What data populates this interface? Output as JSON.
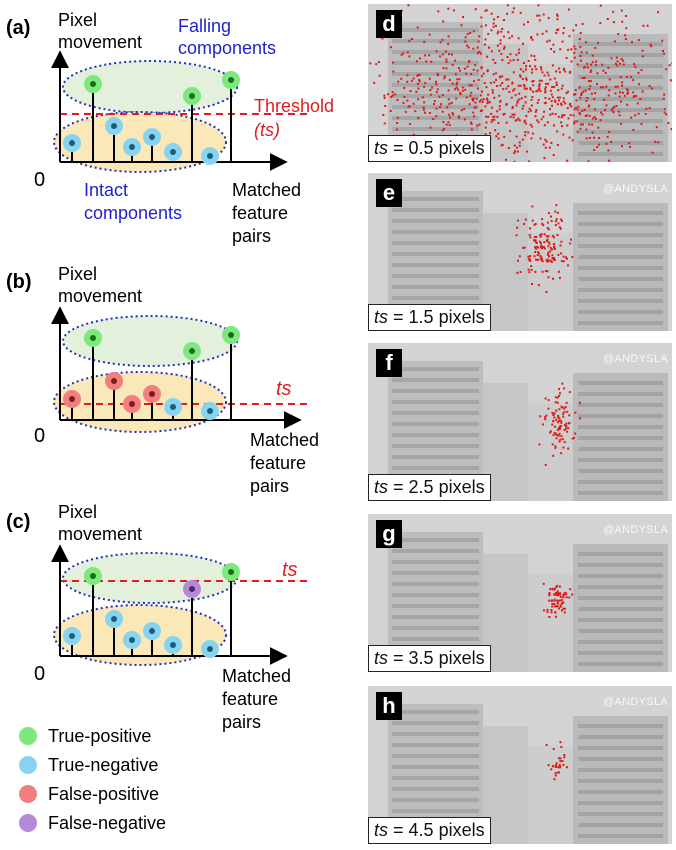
{
  "diagram": {
    "panels": [
      {
        "label": "(a)",
        "ylabel_line1": "Pixel",
        "ylabel_line2": "movement",
        "xlabel_line1": "Matched",
        "xlabel_line2": "feature",
        "xlabel_line3": "pairs",
        "zero": "0",
        "threshold_label_line1": "Threshold",
        "threshold_label_line2": "(ts)",
        "falling_label_line1": "Falling",
        "falling_label_line2": "components",
        "intact_label_line1": "Intact",
        "intact_label_line2": "components",
        "points": [
          {
            "category": "True-negative"
          },
          {
            "category": "True-positive"
          },
          {
            "category": "True-negative"
          },
          {
            "category": "True-negative"
          },
          {
            "category": "True-negative"
          },
          {
            "category": "True-negative"
          },
          {
            "category": "True-positive"
          },
          {
            "category": "True-negative"
          },
          {
            "category": "True-positive"
          }
        ]
      },
      {
        "label": "(b)",
        "ylabel_line1": "Pixel",
        "ylabel_line2": "movement",
        "xlabel_line1": "Matched",
        "xlabel_line2": "feature",
        "xlabel_line3": "pairs",
        "zero": "0",
        "threshold_label": "ts",
        "points": [
          {
            "category": "False-positive"
          },
          {
            "category": "True-positive"
          },
          {
            "category": "False-positive"
          },
          {
            "category": "False-positive"
          },
          {
            "category": "False-positive"
          },
          {
            "category": "True-negative"
          },
          {
            "category": "True-positive"
          },
          {
            "category": "True-negative"
          },
          {
            "category": "True-positive"
          }
        ]
      },
      {
        "label": "(c)",
        "ylabel_line1": "Pixel",
        "ylabel_line2": "movement",
        "xlabel_line1": "Matched",
        "xlabel_line2": "feature",
        "xlabel_line3": "pairs",
        "zero": "0",
        "threshold_label": "ts",
        "points": [
          {
            "category": "True-negative"
          },
          {
            "category": "True-positive"
          },
          {
            "category": "True-negative"
          },
          {
            "category": "True-negative"
          },
          {
            "category": "True-negative"
          },
          {
            "category": "True-negative"
          },
          {
            "category": "False-negative"
          },
          {
            "category": "True-negative"
          },
          {
            "category": "True-positive"
          }
        ]
      }
    ],
    "legend": [
      {
        "label": "True-positive",
        "color": "#7de87d"
      },
      {
        "label": "True-negative",
        "color": "#88d4f0"
      },
      {
        "label": "False-positive",
        "color": "#f08080"
      },
      {
        "label": "False-negative",
        "color": "#b48ad8"
      }
    ],
    "colors": {
      "threshold": "#dd1f1f",
      "annotation_blue": "#1f1fd0",
      "falling_fill": "#e3f1dc",
      "intact_fill": "#fbe8b8",
      "ellipse_border": "#1f2fc0",
      "detection_marks": "#e01818"
    }
  },
  "images": [
    {
      "label": "d",
      "ts_prefix": "ts",
      "ts_value": "= 0.5 pixels",
      "watermark": "",
      "detection_density": "very high"
    },
    {
      "label": "e",
      "ts_prefix": "ts",
      "ts_value": "= 1.5 pixels",
      "watermark": "@ANDYSLA",
      "detection_density": "medium"
    },
    {
      "label": "f",
      "ts_prefix": "ts",
      "ts_value": "= 2.5 pixels",
      "watermark": "@ANDYSLA",
      "detection_density": "low"
    },
    {
      "label": "g",
      "ts_prefix": "ts",
      "ts_value": "= 3.5 pixels",
      "watermark": "@ANDYSLA",
      "detection_density": "low"
    },
    {
      "label": "h",
      "ts_prefix": "ts",
      "ts_value": "= 4.5 pixels",
      "watermark": "@ANDYSLA",
      "detection_density": "very low"
    }
  ]
}
